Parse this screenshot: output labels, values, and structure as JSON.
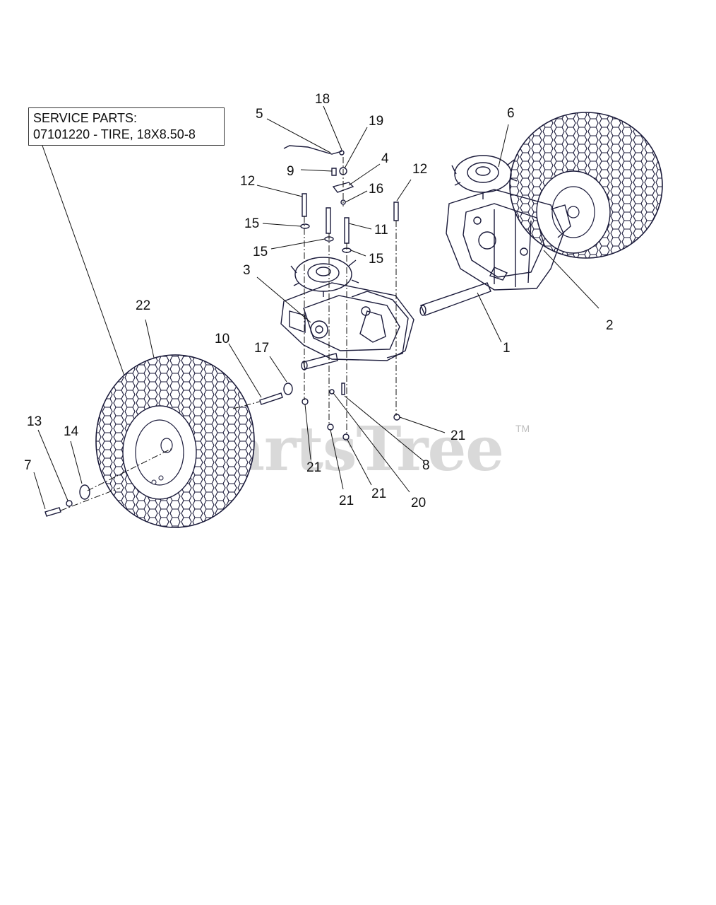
{
  "service_parts": {
    "heading": "SERVICE PARTS:",
    "line": "07101220 - TIRE, 18X8.50-8"
  },
  "watermark": {
    "text": "PartsTree",
    "tm": "TM"
  },
  "callouts": {
    "c1": "1",
    "c2": "2",
    "c3": "3",
    "c4": "4",
    "c5": "5",
    "c6": "6",
    "c7": "7",
    "c8": "8",
    "c9": "9",
    "c10": "10",
    "c11": "11",
    "c12a": "12",
    "c12b": "12",
    "c13": "13",
    "c14": "14",
    "c15a": "15",
    "c15b": "15",
    "c15c": "15",
    "c16": "16",
    "c17": "17",
    "c18": "18",
    "c19": "19",
    "c20": "20",
    "c21a": "21",
    "c21b": "21",
    "c21c": "21",
    "c21d": "21",
    "c22": "22"
  }
}
